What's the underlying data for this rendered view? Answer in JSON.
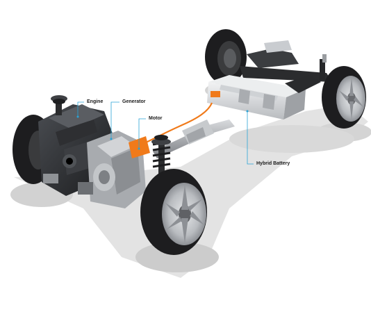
{
  "callouts": {
    "engine": "Engine",
    "generator": "Generator",
    "motor": "Motor",
    "hybrid_battery": "Hybrid Battery"
  },
  "colors": {
    "background": "#ffffff",
    "callout_line": "#2aa3d6",
    "hv_cable": "#f07a1a",
    "battery_case": "#d7d9dc",
    "tire": "#1d1d1f",
    "rim": "#b9bcc0",
    "shadow": "#d6d6d6"
  }
}
